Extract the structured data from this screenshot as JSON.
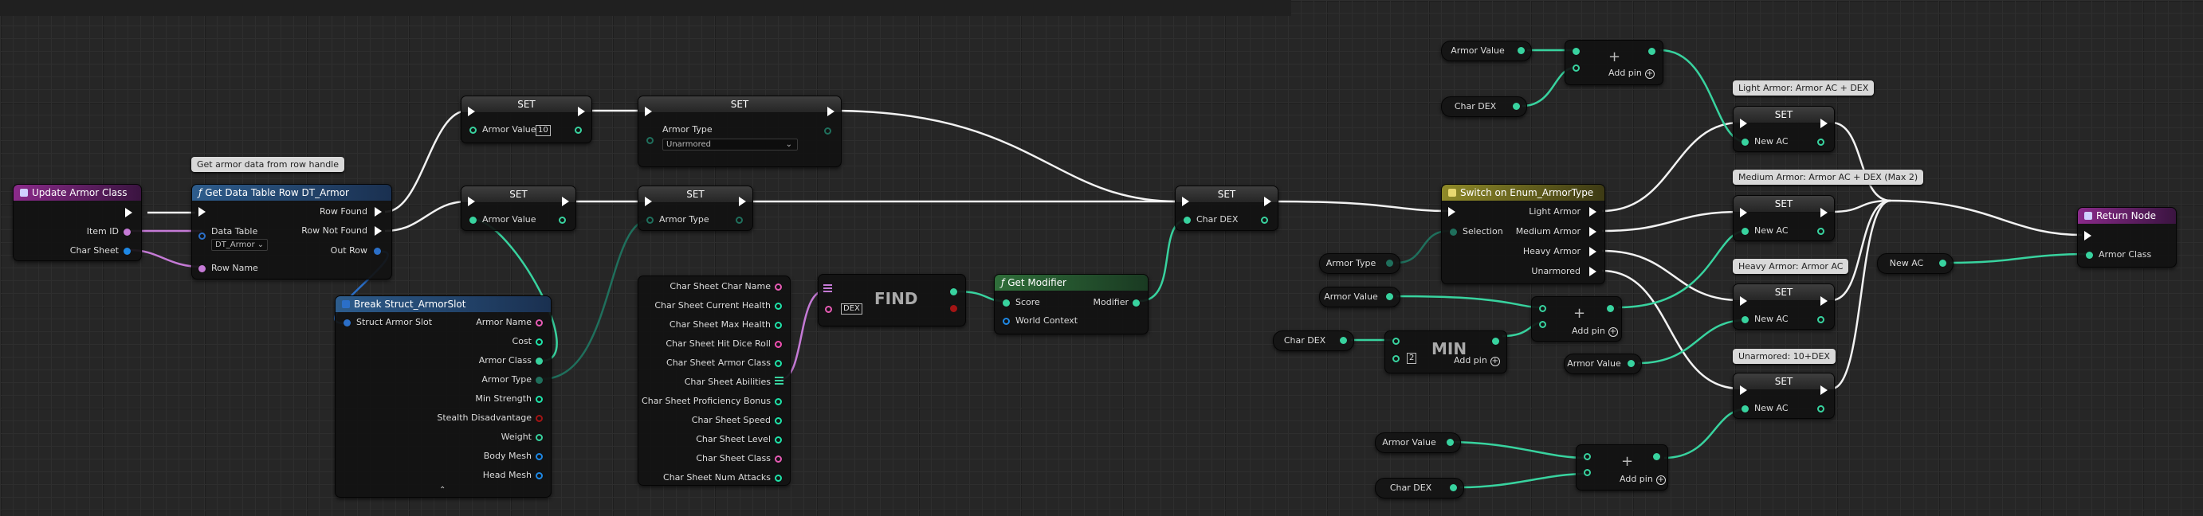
{
  "colors": {
    "exec": "#ffffff",
    "float": "#38d39f",
    "struct": "#2b6fc8",
    "object": "#1e88e5",
    "name": "#c57ad6",
    "bool": "#a31414",
    "enum": "#1f6f5c",
    "int": "#1fe3a9",
    "string": "#f14fb2",
    "text": "#e65bb4",
    "event": "#8a2a8a"
  },
  "comments": {
    "get_armor": "Get armor data from row handle",
    "light": "Light Armor: Armor AC + DEX",
    "medium": "Medium Armor: Armor AC + DEX (Max 2)",
    "heavy": "Heavy Armor: Armor AC",
    "unarmored": "Unarmored: 10+DEX"
  },
  "event": {
    "title": "Update Armor Class",
    "icon": "event-icon",
    "pins": [
      "Item ID",
      "Char Sheet"
    ]
  },
  "get_row": {
    "title": "Get Data Table Row DT_Armor",
    "data_table": "Data Table",
    "table_value": "DT_Armor",
    "row_name": "Row Name",
    "row_found": "Row Found",
    "row_not_found": "Row Not Found",
    "out_row": "Out Row"
  },
  "break": {
    "title": "Break Struct_ArmorSlot",
    "input": "Struct Armor Slot",
    "outputs": [
      "Armor Name",
      "Cost",
      "Armor Class",
      "Armor Type",
      "Min Strength",
      "Stealth Disadvantage",
      "Weight",
      "Body Mesh",
      "Head Mesh"
    ]
  },
  "set_nodes": {
    "title": "SET",
    "armor_value_literal": {
      "label": "Armor Value",
      "value": "10"
    },
    "armor_type_literal": {
      "label": "Armor Type",
      "value": "Unarmored"
    },
    "armor_value": "Armor Value",
    "armor_type": "Armor Type",
    "char_dex": "Char DEX",
    "new_ac": "New AC"
  },
  "char_sheet": {
    "outputs": [
      "Char Sheet Char Name",
      "Char Sheet Current Health",
      "Char Sheet Max Health",
      "Char Sheet Hit Dice Roll",
      "Char Sheet Armor Class",
      "Char Sheet Abilities",
      "Char Sheet Proficiency Bonus",
      "Char Sheet Speed",
      "Char Sheet Level",
      "Char Sheet Class",
      "Char Sheet Num Attacks"
    ]
  },
  "find": {
    "label": "FIND",
    "key": "DEX"
  },
  "get_modifier": {
    "title": "Get Modifier",
    "score": "Score",
    "modifier": "Modifier",
    "world": "World Context"
  },
  "switch": {
    "title": "Switch on Enum_ArmorType",
    "selection": "Selection",
    "outputs": [
      "Light Armor",
      "Medium Armor",
      "Heavy Armor",
      "Unarmored"
    ]
  },
  "min": {
    "label": "MIN",
    "value": "2"
  },
  "add_pin": "Add pin",
  "vars": {
    "armor_value": "Armor Value",
    "char_dex": "Char DEX",
    "armor_type": "Armor Type",
    "new_ac": "New AC"
  },
  "return": {
    "title": "Return Node",
    "pin": "Armor Class"
  }
}
